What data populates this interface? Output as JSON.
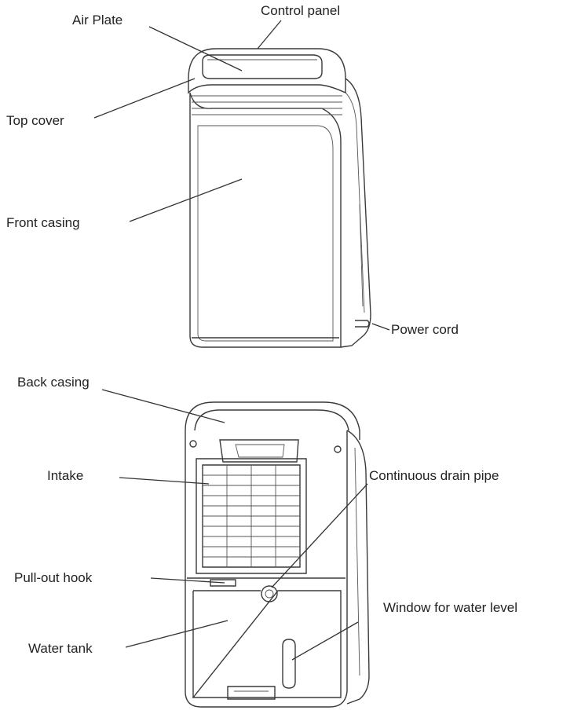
{
  "diagram": {
    "front_view": {
      "labels": {
        "control_panel": "Control panel",
        "air_plate": "Air Plate",
        "top_cover": "Top cover",
        "front_casing": "Front casing",
        "power_cord": "Power cord"
      }
    },
    "back_view": {
      "labels": {
        "back_casing": "Back casing",
        "intake": "Intake",
        "continuous_drain_pipe": "Continuous drain pipe",
        "pull_out_hook": "Pull-out hook",
        "window_for_water_level": "Window for water level",
        "water_tank": "Water tank"
      }
    }
  }
}
